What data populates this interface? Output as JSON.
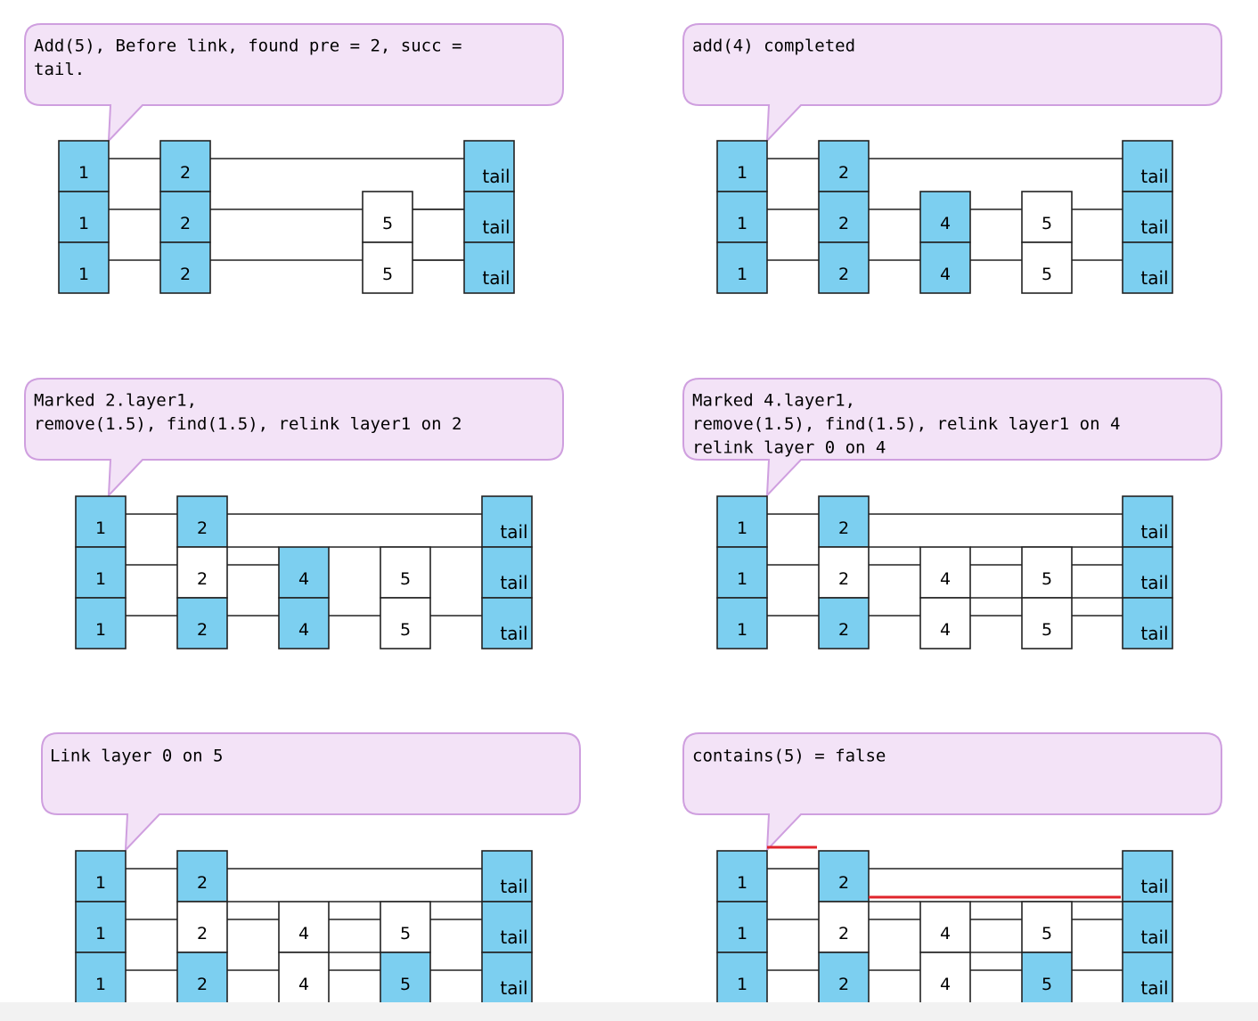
{
  "colors": {
    "filled": "#7ccff0",
    "empty": "#ffffff",
    "stroke": "#222222",
    "callout_fill": "#f3e3f7",
    "callout_stroke": "#cf9fdf",
    "red": "#e0242b"
  },
  "panels": [
    {
      "id": "p1",
      "callout": [
        "Add(5), Before link, found pre = 2, succ =",
        "tail."
      ],
      "nodes": [
        {
          "key": "1",
          "label": "1",
          "levels": [
            "filled",
            "filled",
            "filled"
          ]
        },
        {
          "key": "2",
          "label": "2",
          "levels": [
            "filled",
            "filled",
            "filled"
          ]
        },
        {
          "key": "5",
          "label": "5",
          "levels": [
            null,
            "empty",
            "empty"
          ]
        },
        {
          "key": "tail",
          "label": "tail",
          "levels": [
            "filled",
            "filled",
            "filled"
          ]
        }
      ],
      "links": [
        {
          "level": 0,
          "from": "1",
          "to": "2"
        },
        {
          "level": 0,
          "from": "2",
          "to": "tail"
        },
        {
          "level": 1,
          "from": "1",
          "to": "2"
        },
        {
          "level": 1,
          "from": "2",
          "to": "tail"
        },
        {
          "level": 1,
          "from": "5",
          "to": "tail"
        },
        {
          "level": 2,
          "from": "1",
          "to": "2"
        },
        {
          "level": 2,
          "from": "2",
          "to": "tail"
        },
        {
          "level": 2,
          "from": "5",
          "to": "tail"
        }
      ]
    },
    {
      "id": "p2",
      "callout": [
        "add(4) completed"
      ],
      "nodes": [
        {
          "key": "1",
          "label": "1",
          "levels": [
            "filled",
            "filled",
            "filled"
          ]
        },
        {
          "key": "2",
          "label": "2",
          "levels": [
            "filled",
            "filled",
            "filled"
          ]
        },
        {
          "key": "4",
          "label": "4",
          "levels": [
            null,
            "filled",
            "filled"
          ]
        },
        {
          "key": "5",
          "label": "5",
          "levels": [
            null,
            "empty",
            "empty"
          ]
        },
        {
          "key": "tail",
          "label": "tail",
          "levels": [
            "filled",
            "filled",
            "filled"
          ]
        }
      ],
      "links": [
        {
          "level": 0,
          "from": "1",
          "to": "2"
        },
        {
          "level": 0,
          "from": "2",
          "to": "tail"
        },
        {
          "level": 1,
          "from": "1",
          "to": "2"
        },
        {
          "level": 1,
          "from": "2",
          "to": "4"
        },
        {
          "level": 1,
          "from": "4",
          "to": "5"
        },
        {
          "level": 1,
          "from": "5",
          "to": "tail"
        },
        {
          "level": 2,
          "from": "1",
          "to": "2"
        },
        {
          "level": 2,
          "from": "2",
          "to": "4"
        },
        {
          "level": 2,
          "from": "4",
          "to": "5"
        },
        {
          "level": 2,
          "from": "5",
          "to": "tail"
        }
      ]
    },
    {
      "id": "p3",
      "callout": [
        "Marked 2.layer1,",
        "remove(1.5), find(1.5), relink layer1 on 2"
      ],
      "nodes": [
        {
          "key": "1",
          "label": "1",
          "levels": [
            "filled",
            "filled",
            "filled"
          ]
        },
        {
          "key": "2",
          "label": "2",
          "levels": [
            "filled",
            "empty",
            "filled"
          ]
        },
        {
          "key": "4",
          "label": "4",
          "levels": [
            null,
            "filled",
            "filled"
          ]
        },
        {
          "key": "5",
          "label": "5",
          "levels": [
            null,
            "empty",
            "empty"
          ]
        },
        {
          "key": "tail",
          "label": "tail",
          "levels": [
            "filled",
            "filled",
            "filled"
          ]
        }
      ],
      "links": [
        {
          "level": 0,
          "from": "1",
          "to": "2"
        },
        {
          "level": 0,
          "from": "2",
          "to": "tail"
        },
        {
          "level": 1,
          "from": "1",
          "to": "4"
        },
        {
          "level": 1,
          "from": "2",
          "to": "4",
          "offset": -20
        },
        {
          "level": 1,
          "from": "4",
          "to": "tail",
          "offset": -20
        },
        {
          "level": 2,
          "from": "1",
          "to": "2"
        },
        {
          "level": 2,
          "from": "2",
          "to": "4"
        },
        {
          "level": 2,
          "from": "4",
          "to": "tail"
        }
      ]
    },
    {
      "id": "p4",
      "callout": [
        "Marked 4.layer1,",
        "remove(1.5), find(1.5), relink layer1 on 4",
        "relink layer 0 on 4"
      ],
      "nodes": [
        {
          "key": "1",
          "label": "1",
          "levels": [
            "filled",
            "filled",
            "filled"
          ]
        },
        {
          "key": "2",
          "label": "2",
          "levels": [
            "filled",
            "empty",
            "filled"
          ]
        },
        {
          "key": "4",
          "label": "4",
          "levels": [
            null,
            "empty",
            "empty"
          ]
        },
        {
          "key": "5",
          "label": "5",
          "levels": [
            null,
            "empty",
            "empty"
          ]
        },
        {
          "key": "tail",
          "label": "tail",
          "levels": [
            "filled",
            "filled",
            "filled"
          ]
        }
      ],
      "links": [
        {
          "level": 0,
          "from": "1",
          "to": "2"
        },
        {
          "level": 0,
          "from": "2",
          "to": "tail"
        },
        {
          "level": 1,
          "from": "1",
          "to": "tail"
        },
        {
          "level": 1,
          "from": "2",
          "to": "4",
          "offset": -20
        },
        {
          "level": 1,
          "from": "4",
          "to": "tail",
          "offset": -20
        },
        {
          "level": 2,
          "from": "1",
          "to": "2"
        },
        {
          "level": 2,
          "from": "2",
          "to": "tail"
        },
        {
          "level": 2,
          "from": "4",
          "to": "tail",
          "offset": -20
        }
      ]
    },
    {
      "id": "p5",
      "callout": [
        "Link layer 0 on 5"
      ],
      "nodes": [
        {
          "key": "1",
          "label": "1",
          "levels": [
            "filled",
            "filled",
            "filled"
          ]
        },
        {
          "key": "2",
          "label": "2",
          "levels": [
            "filled",
            "empty",
            "filled"
          ]
        },
        {
          "key": "4",
          "label": "4",
          "levels": [
            null,
            "empty",
            "empty"
          ]
        },
        {
          "key": "5",
          "label": "5",
          "levels": [
            null,
            "empty",
            "filled"
          ]
        },
        {
          "key": "tail",
          "label": "tail",
          "levels": [
            "filled",
            "filled",
            "filled"
          ]
        }
      ],
      "links": [
        {
          "level": 0,
          "from": "1",
          "to": "2"
        },
        {
          "level": 0,
          "from": "2",
          "to": "tail"
        },
        {
          "level": 1,
          "from": "1",
          "to": "tail"
        },
        {
          "level": 1,
          "from": "2",
          "to": "4",
          "offset": -20
        },
        {
          "level": 1,
          "from": "4",
          "to": "tail",
          "offset": -20
        },
        {
          "level": 2,
          "from": "1",
          "to": "2"
        },
        {
          "level": 2,
          "from": "2",
          "to": "5"
        },
        {
          "level": 2,
          "from": "5",
          "to": "tail"
        },
        {
          "level": 2,
          "from": "4",
          "to": "5",
          "offset": -20
        }
      ]
    },
    {
      "id": "p6",
      "callout": [
        "contains(5) = false"
      ],
      "nodes": [
        {
          "key": "1",
          "label": "1",
          "levels": [
            "filled",
            "filled",
            "filled"
          ]
        },
        {
          "key": "2",
          "label": "2",
          "levels": [
            "filled",
            "empty",
            "filled"
          ]
        },
        {
          "key": "4",
          "label": "4",
          "levels": [
            null,
            "empty",
            "empty"
          ]
        },
        {
          "key": "5",
          "label": "5",
          "levels": [
            null,
            "empty",
            "filled"
          ]
        },
        {
          "key": "tail",
          "label": "tail",
          "levels": [
            "filled",
            "filled",
            "filled"
          ]
        }
      ],
      "links": [
        {
          "level": 0,
          "from": "1",
          "to": "2"
        },
        {
          "level": 0,
          "from": "2",
          "to": "tail"
        },
        {
          "level": 1,
          "from": "1",
          "to": "tail"
        },
        {
          "level": 1,
          "from": "2",
          "to": "4",
          "offset": -20
        },
        {
          "level": 1,
          "from": "4",
          "to": "tail",
          "offset": -20
        },
        {
          "level": 2,
          "from": "1",
          "to": "2"
        },
        {
          "level": 2,
          "from": "2",
          "to": "5"
        },
        {
          "level": 2,
          "from": "5",
          "to": "tail"
        },
        {
          "level": 2,
          "from": "4",
          "to": "5",
          "offset": -20
        }
      ],
      "highlights": [
        {
          "level": 0,
          "from": "1",
          "to": "2",
          "offset": -24,
          "color": "red"
        },
        {
          "level": 1,
          "from": "2",
          "to": "tail",
          "offset": -25,
          "color": "red"
        }
      ]
    }
  ]
}
